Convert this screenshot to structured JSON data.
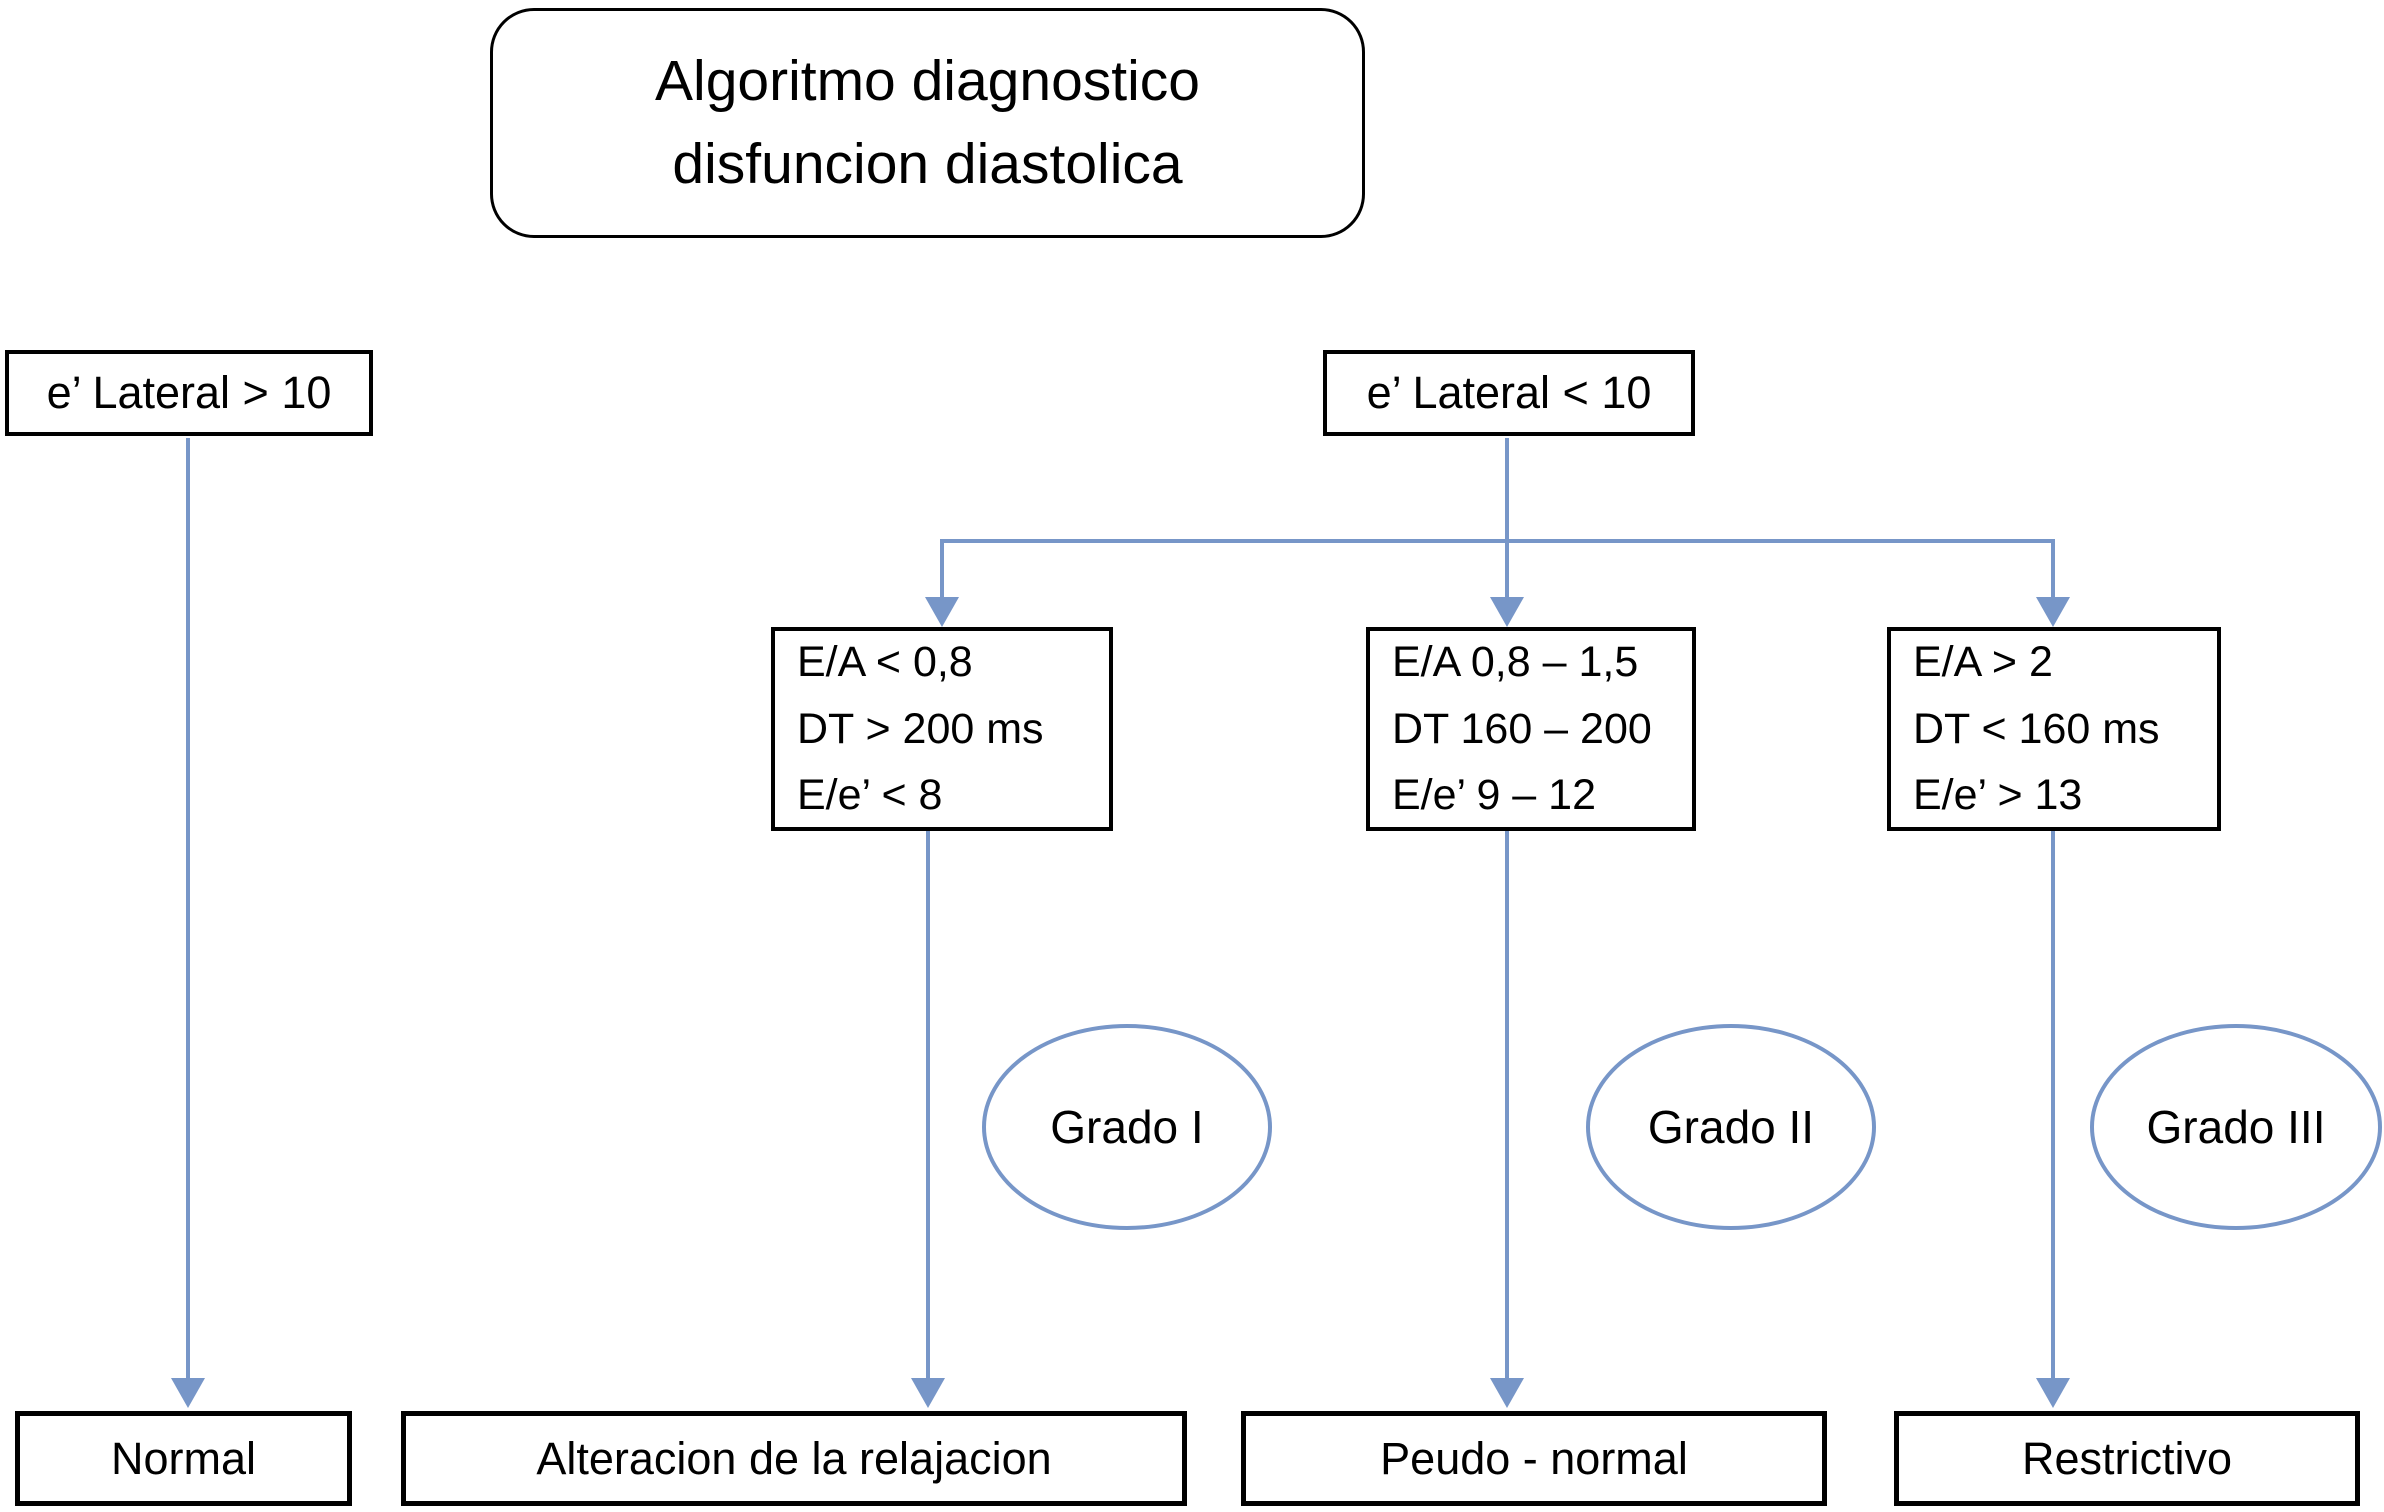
{
  "diagram": {
    "title": {
      "line1": "Algoritmo diagnostico",
      "line2": "disfuncion diastolica"
    },
    "conditions": {
      "left": {
        "label": "e’ Lateral > 10"
      },
      "right": {
        "label": "e’ Lateral < 10"
      }
    },
    "criteria": [
      {
        "line1": "E/A < 0,8",
        "line2": "DT > 200 ms",
        "line3": "E/e’ < 8"
      },
      {
        "line1": "E/A 0,8 – 1,5",
        "line2": "DT 160 – 200",
        "line3": "E/e’ 9 – 12"
      },
      {
        "line1": "E/A > 2",
        "line2": "DT < 160 ms",
        "line3": "E/e’ > 13"
      }
    ],
    "grades": [
      {
        "label": "Grado I"
      },
      {
        "label": "Grado II"
      },
      {
        "label": "Grado III"
      }
    ],
    "results": [
      {
        "label": "Normal"
      },
      {
        "label": "Alteracion de la relajacion"
      },
      {
        "label": "Peudo - normal"
      },
      {
        "label": "Restrictivo"
      }
    ],
    "colors": {
      "connector": "#7796c8",
      "node_border": "#000000",
      "background": "#ffffff"
    }
  }
}
